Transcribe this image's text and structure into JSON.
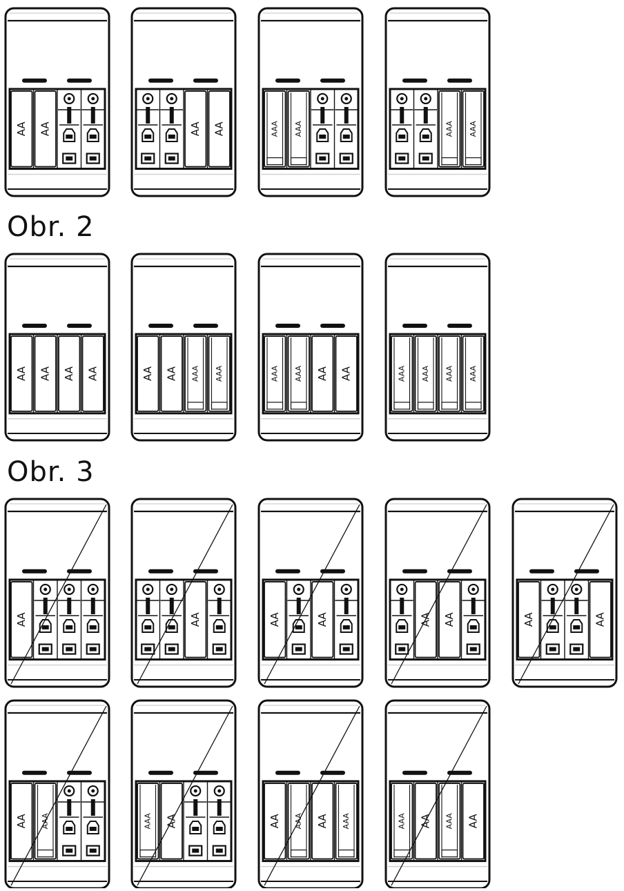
{
  "colors": {
    "stroke": "#111111",
    "fill": "#ffffff",
    "light": "#cfcfcf"
  },
  "labels": {
    "obr2": "Obr. 2",
    "obr3": "Obr. 3"
  },
  "charger_groups": [
    {
      "name": "group-1",
      "crossed": false,
      "chargers": [
        {
          "slots": [
            "AA",
            "AA",
            "empty",
            "empty"
          ]
        },
        {
          "slots": [
            "empty",
            "empty",
            "AA",
            "AA"
          ]
        },
        {
          "slots": [
            "AAA",
            "AAA",
            "empty",
            "empty"
          ]
        },
        {
          "slots": [
            "empty",
            "empty",
            "AAA",
            "AAA"
          ]
        }
      ]
    },
    {
      "name": "group-obr2",
      "crossed": false,
      "chargers": [
        {
          "slots": [
            "AA",
            "AA",
            "AA",
            "AA"
          ]
        },
        {
          "slots": [
            "AA",
            "AA",
            "AAA",
            "AAA"
          ]
        },
        {
          "slots": [
            "AAA",
            "AAA",
            "AA",
            "AA"
          ]
        },
        {
          "slots": [
            "AAA",
            "AAA",
            "AAA",
            "AAA"
          ]
        }
      ]
    },
    {
      "name": "group-obr3-row1",
      "crossed": true,
      "chargers": [
        {
          "slots": [
            "AA",
            "empty",
            "empty",
            "empty"
          ]
        },
        {
          "slots": [
            "empty",
            "empty",
            "AA",
            "empty"
          ]
        },
        {
          "slots": [
            "AA",
            "empty",
            "AA",
            "empty"
          ]
        },
        {
          "slots": [
            "empty",
            "AA",
            "AA",
            "empty"
          ]
        },
        {
          "slots": [
            "AA",
            "empty",
            "empty",
            "AA"
          ]
        }
      ]
    },
    {
      "name": "group-obr3-row2",
      "crossed": true,
      "chargers": [
        {
          "slots": [
            "AA",
            "AAA",
            "empty",
            "empty"
          ]
        },
        {
          "slots": [
            "AAA",
            "AA",
            "empty",
            "empty"
          ]
        },
        {
          "slots": [
            "AA",
            "AAA",
            "AA",
            "AAA"
          ]
        },
        {
          "slots": [
            "AAA",
            "AA",
            "AAA",
            "AA"
          ]
        }
      ]
    }
  ]
}
